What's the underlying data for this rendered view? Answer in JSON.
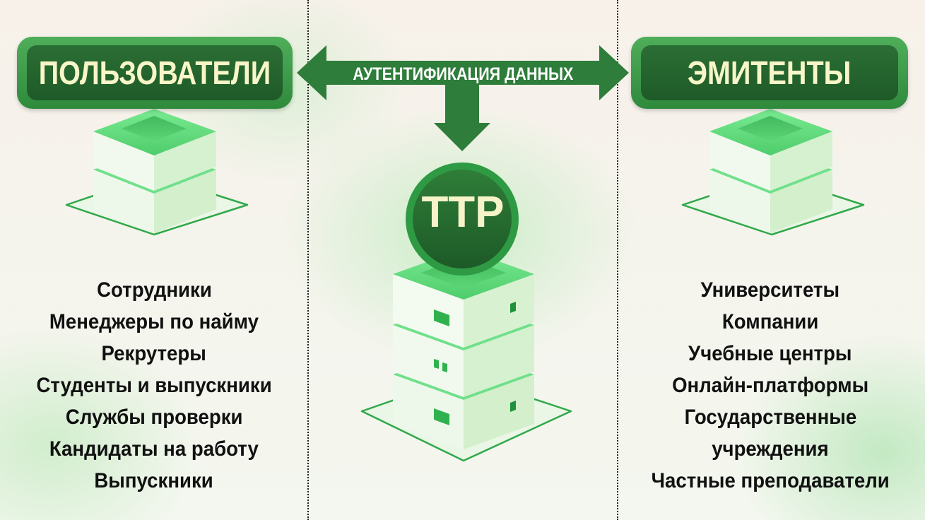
{
  "left_panel": {
    "title": "ПОЛЬЗОВАТЕЛИ",
    "items": [
      "Сотрудники",
      "Менеджеры по найму",
      "Рекрутеры",
      "Студенты и выпускники",
      "Службы проверки",
      "Кандидаты на работу",
      "Выпускники"
    ]
  },
  "right_panel": {
    "title": "ЭМИТЕНТЫ",
    "items": [
      "Университеты",
      "Компании",
      "Учебные центры",
      "Онлайн-платформы",
      "Государственные",
      "учреждения",
      "Частные преподаватели"
    ]
  },
  "center": {
    "arrow_label": "АУТЕНТИФИКАЦИЯ ДАННЫХ",
    "node_label": "TTP"
  },
  "colors": {
    "badge_dark": "#1e5a28",
    "badge_light": "#4fae5a",
    "badge_text": "#f8f6c8",
    "arrow": "#2e7d3a",
    "server_green": "#6fe08a",
    "server_face": "#eef8ea",
    "server_side": "#d4f0cd"
  }
}
